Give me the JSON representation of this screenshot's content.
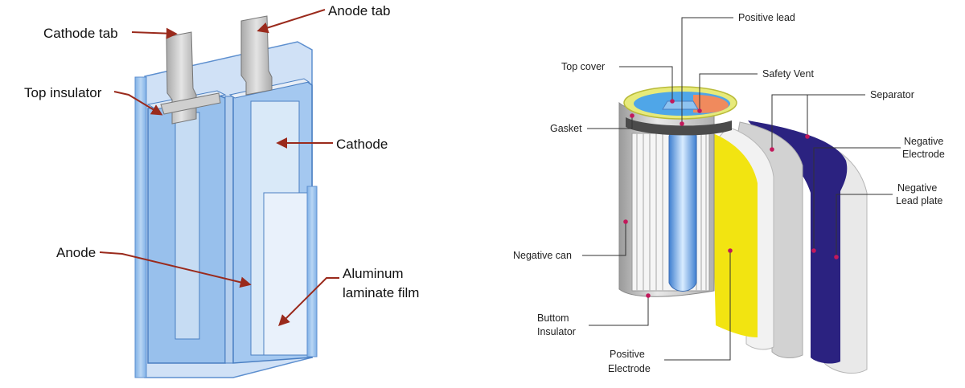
{
  "pouch_cell": {
    "labels": {
      "cathode_tab": "Cathode tab",
      "anode_tab": "Anode tab",
      "top_insulator": "Top insulator",
      "cathode": "Cathode",
      "anode": "Anode",
      "aluminum_line1": "Aluminum",
      "aluminum_line2": "laminate film"
    },
    "colors": {
      "arrow": "#9a2a1c",
      "film": "#8fb8e8",
      "tab": "#c8c8c8"
    }
  },
  "cylindrical_cell": {
    "labels": {
      "positive_lead": "Positive lead",
      "top_cover": "Top cover",
      "safety_vent": "Safety Vent",
      "separator": "Separator",
      "gasket": "Gasket",
      "negative_electrode_line1": "Negative",
      "negative_electrode_line2": "Electrode",
      "negative_lead_plate_line1": "Negative",
      "negative_lead_plate_line2": "Lead plate",
      "negative_can": "Negative can",
      "bottom_insulator_line1": "Buttom",
      "bottom_insulator_line2": "Insulator",
      "positive_electrode_line1": "Positive",
      "positive_electrode_line2": "Electrode"
    },
    "colors": {
      "positive_electrode": "#f2e411",
      "negative_electrode": "#2b2280",
      "separator": "#c9c9c9",
      "marker": "#c2185b"
    }
  }
}
